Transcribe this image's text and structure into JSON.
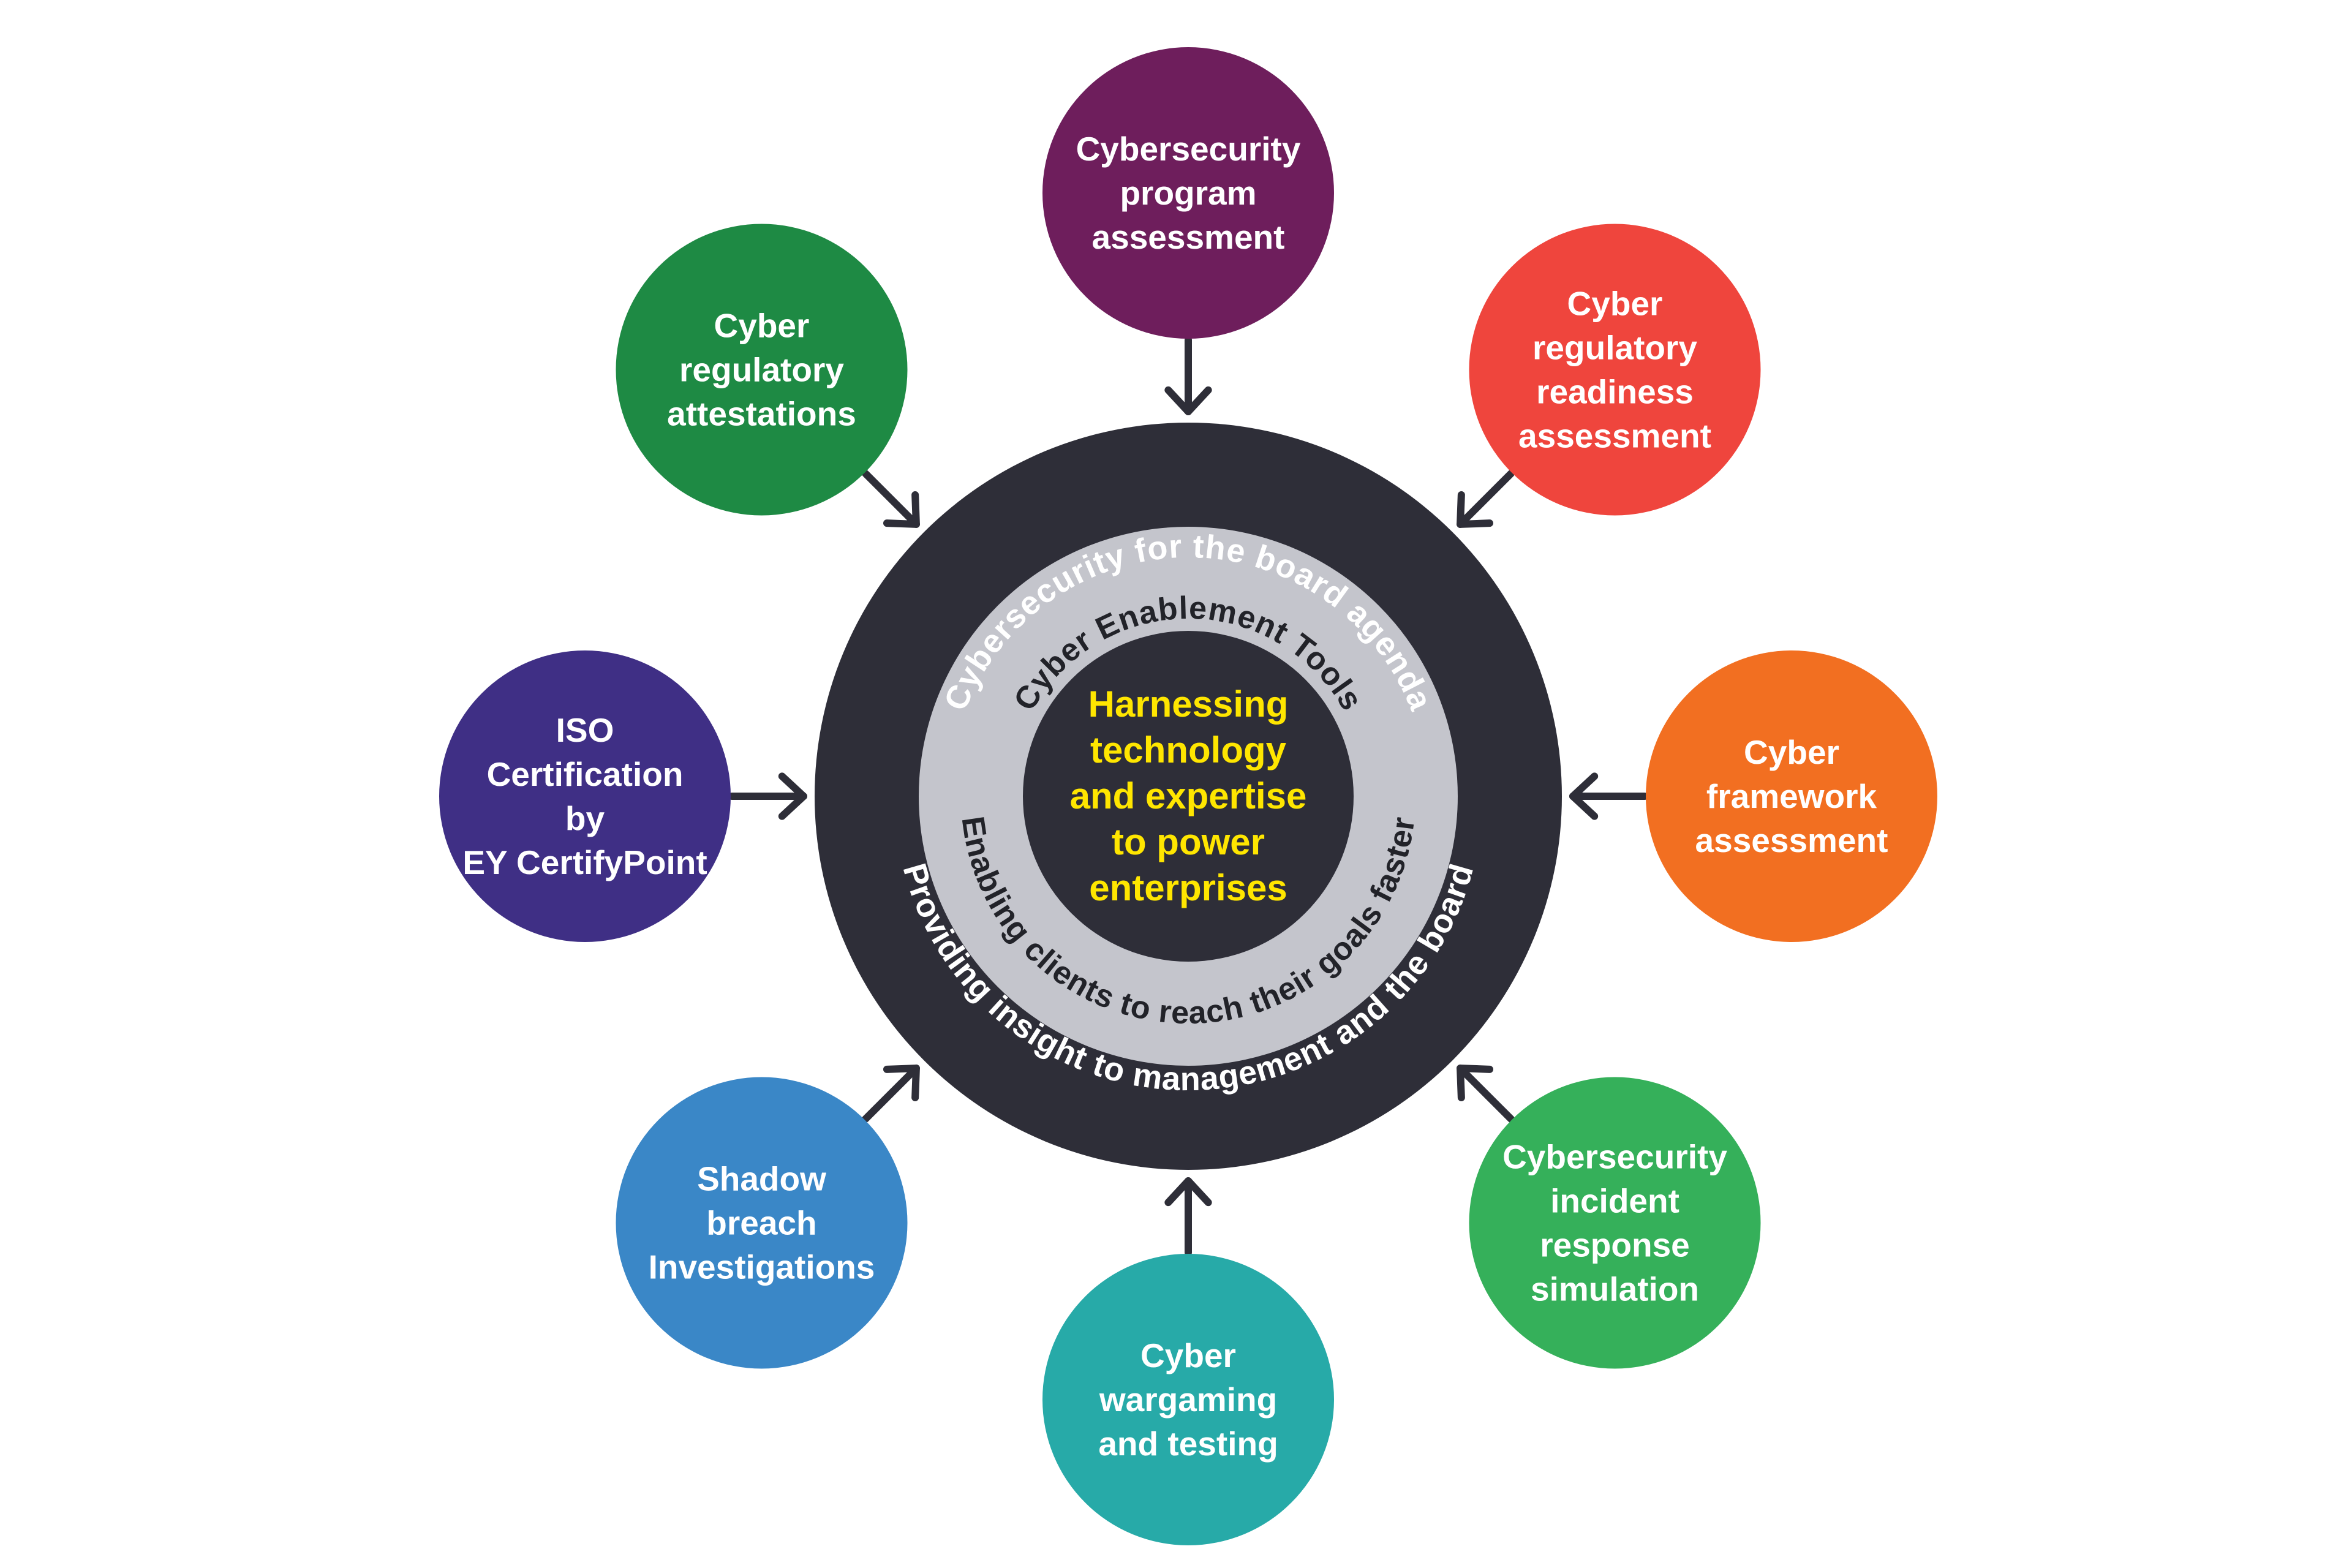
{
  "colors": {
    "outer_ring": "#2e2e38",
    "middle_ring": "#c4c5cc",
    "core": "#2e2e38",
    "core_text": "#ffe600",
    "arrow": "#2e2e38",
    "white_text": "#ffffff",
    "inner_arc_text": "#222329"
  },
  "rings": {
    "outer_top_label": "Cybersecurity for the board agenda",
    "outer_bottom_label": "Providing insight to management and the board",
    "middle_top_label": "Cyber Enablement Tools",
    "middle_bottom_label": "Enabling clients to reach their goals faster"
  },
  "core": {
    "lines": [
      "Harnessing",
      "technology",
      "and expertise",
      "to power",
      "enterprises"
    ]
  },
  "satellites": [
    {
      "id": "program-assessment",
      "lines": [
        "Cybersecurity",
        "program",
        "assessment"
      ],
      "color": "#6e1e5c"
    },
    {
      "id": "regulatory-readiness",
      "lines": [
        "Cyber",
        "regulatory",
        "readiness",
        "assessment"
      ],
      "color": "#ef453d"
    },
    {
      "id": "framework-assessment",
      "lines": [
        "Cyber",
        "framework",
        "assessment"
      ],
      "color": "#f26f21"
    },
    {
      "id": "incident-response",
      "lines": [
        "Cybersecurity",
        "incident",
        "response",
        "simulation"
      ],
      "color": "#35b05a"
    },
    {
      "id": "wargaming",
      "lines": [
        "Cyber",
        "wargaming",
        "and testing"
      ],
      "color": "#27aaa8"
    },
    {
      "id": "shadow-breach",
      "lines": [
        "Shadow",
        "breach",
        "Investigations"
      ],
      "color": "#3a87c7"
    },
    {
      "id": "iso-certification",
      "lines": [
        "ISO",
        "Certification",
        "by",
        "EY CertifyPoint"
      ],
      "color": "#3f2f85"
    },
    {
      "id": "regulatory-attestations",
      "lines": [
        "Cyber",
        "regulatory",
        "attestations"
      ],
      "color": "#1e8a44"
    }
  ]
}
